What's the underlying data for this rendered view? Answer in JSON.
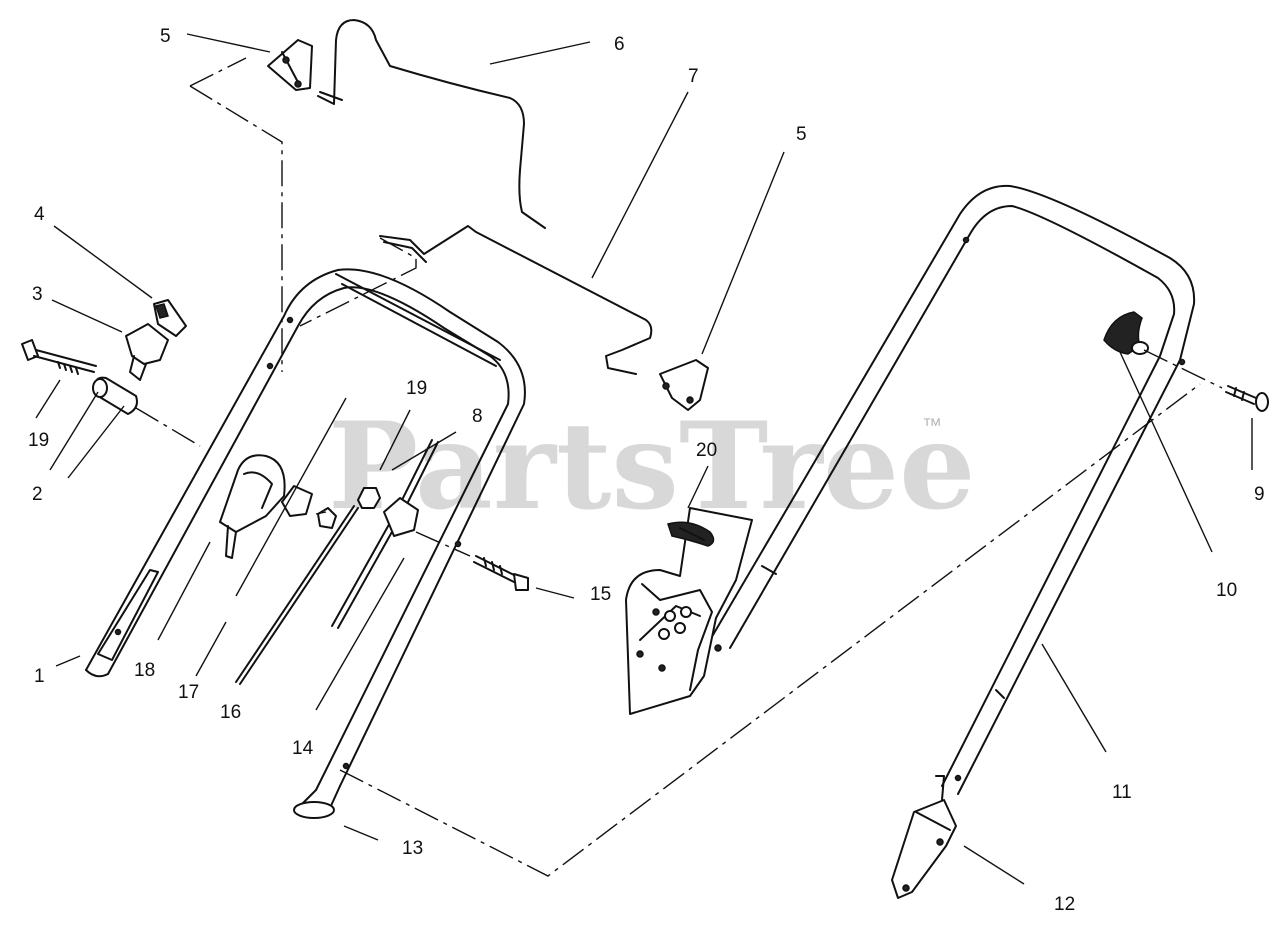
{
  "watermark": {
    "text": "PartsTree",
    "trademark": "™"
  },
  "callouts": [
    {
      "id": "c1",
      "label": "1"
    },
    {
      "id": "c2",
      "label": "2"
    },
    {
      "id": "c3",
      "label": "3"
    },
    {
      "id": "c4",
      "label": "4"
    },
    {
      "id": "c5a",
      "label": "5"
    },
    {
      "id": "c5b",
      "label": "5"
    },
    {
      "id": "c6",
      "label": "6"
    },
    {
      "id": "c7",
      "label": "7"
    },
    {
      "id": "c8",
      "label": "8"
    },
    {
      "id": "c9",
      "label": "9"
    },
    {
      "id": "c10",
      "label": "10"
    },
    {
      "id": "c11",
      "label": "11"
    },
    {
      "id": "c12",
      "label": "12"
    },
    {
      "id": "c13",
      "label": "13"
    },
    {
      "id": "c14",
      "label": "14"
    },
    {
      "id": "c15",
      "label": "15"
    },
    {
      "id": "c16",
      "label": "16"
    },
    {
      "id": "c17",
      "label": "17"
    },
    {
      "id": "c18",
      "label": "18"
    },
    {
      "id": "c19a",
      "label": "19"
    },
    {
      "id": "c19b",
      "label": "19"
    },
    {
      "id": "c20",
      "label": "20"
    }
  ]
}
